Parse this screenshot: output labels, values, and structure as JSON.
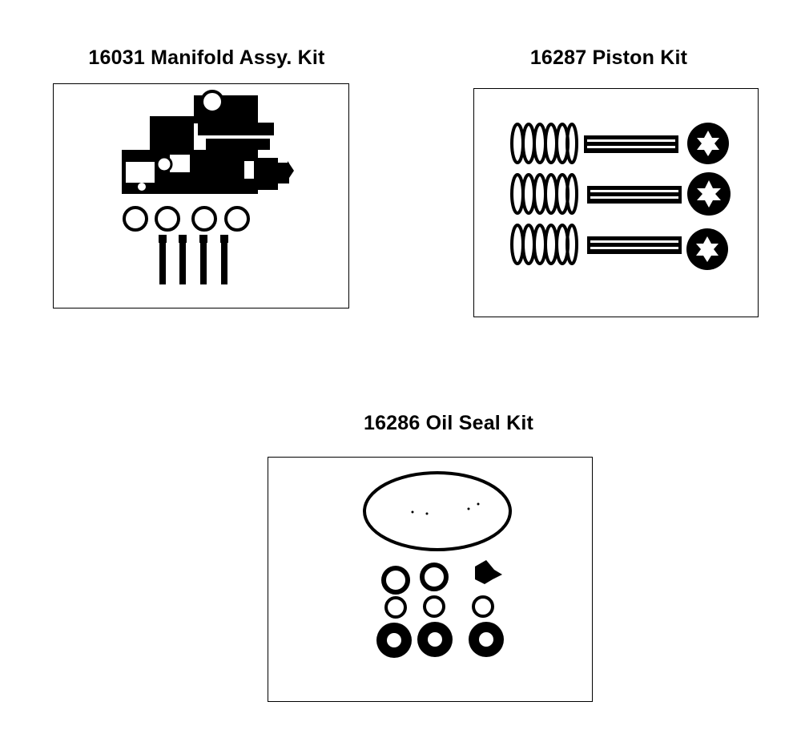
{
  "kits": [
    {
      "id": "manifold",
      "title": "16031 Manifold Assy. Kit",
      "illustration": "manifold-assembly-icon"
    },
    {
      "id": "piston",
      "title": "16287 Piston Kit",
      "illustration": "piston-kit-icon"
    },
    {
      "id": "oil_seal",
      "title": "16286 Oil Seal Kit",
      "illustration": "oil-seal-kit-icon"
    }
  ],
  "colors": {
    "ink": "#000000",
    "paper": "#ffffff"
  }
}
